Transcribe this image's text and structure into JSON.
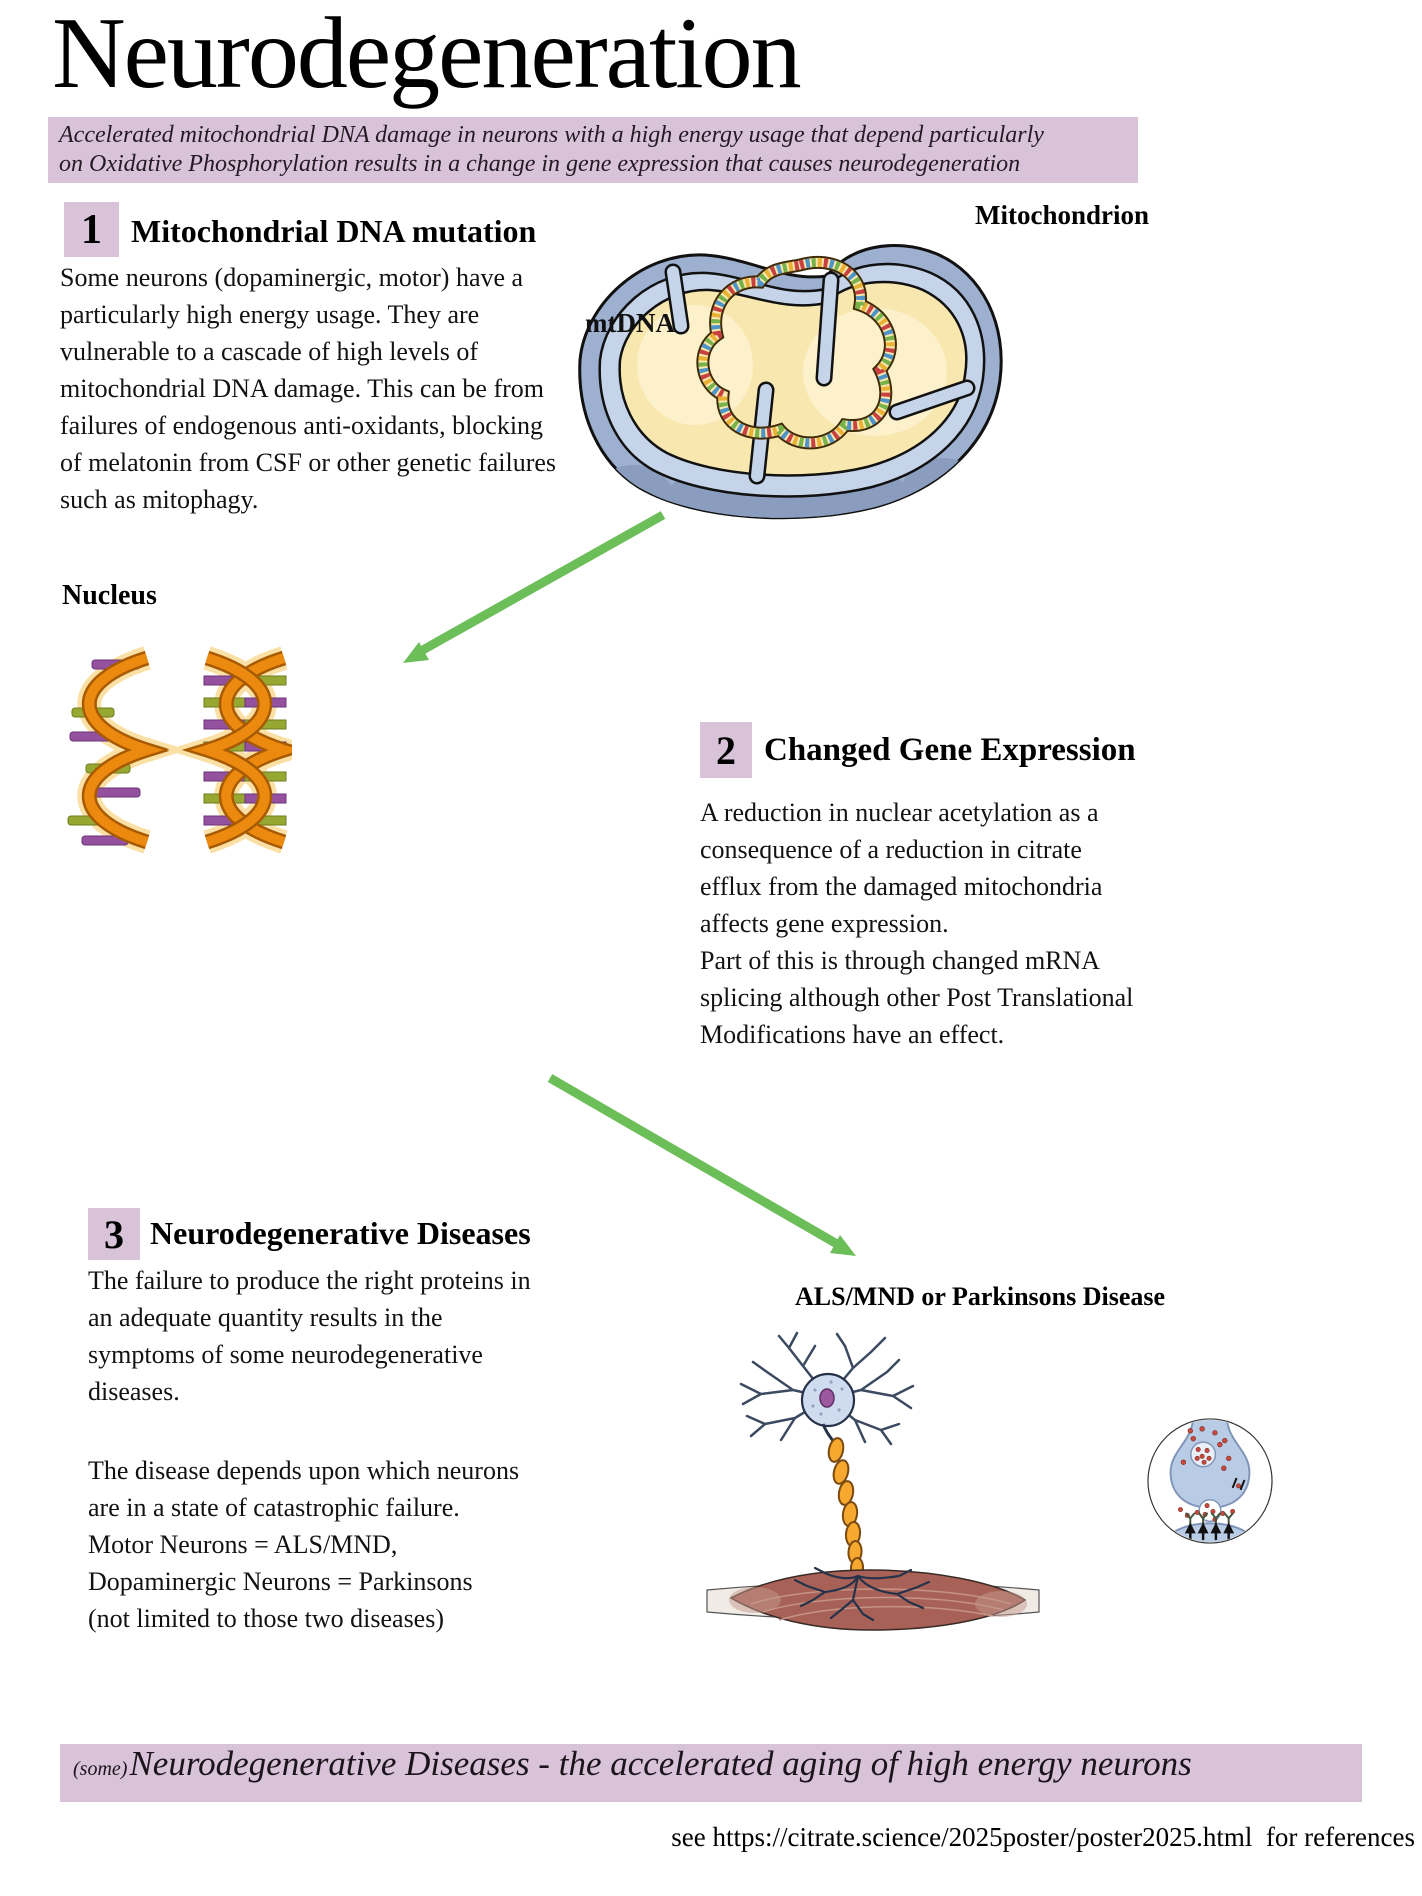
{
  "poster": {
    "title": "Neurodegeneration",
    "subtitle": "Accelerated mitochondrial DNA damage in neurons with a high energy usage that depend particularly\non Oxidative Phosphorylation results in a change in gene expression that causes neurodegeneration",
    "banner_prefix": "(some)",
    "banner_text": "Neurodegenerative Diseases - the accelerated aging of high energy neurons",
    "footer": "see https://citrate.science/2025poster/poster2025.html  for references"
  },
  "sections": {
    "s1": {
      "number": "1",
      "heading": "Mitochondrial DNA mutation",
      "body": "Some neurons (dopaminergic, motor) have a particularly high energy usage. They are vulnerable to a cascade of high levels of mitochondrial DNA damage.  This can be from failures of endogenous anti-oxidants, blocking of melatonin from CSF or other genetic failures such as mitophagy."
    },
    "s2": {
      "number": "2",
      "heading": "Changed Gene Expression",
      "body": "A reduction in nuclear acetylation as a consequence of a reduction in citrate efflux from the damaged mitochondria affects gene expression.\nPart of this is through changed mRNA splicing although other Post Translational Modifications have an effect."
    },
    "s3": {
      "number": "3",
      "heading": "Neurodegenerative Diseases",
      "body": "The failure to  produce the right proteins in an adequate quantity results in the symptoms of some neurodegenerative diseases.",
      "body2": "The disease depends upon which neurons are in a state of catastrophic failure.\nMotor Neurons = ALS/MND,\nDopaminergic Neurons = Parkinsons\n(not limited to those two diseases)"
    }
  },
  "labels": {
    "mitochondrion": "Mitochondrion",
    "mtdna": "mtDNA",
    "nucleus": "Nucleus",
    "diseases": "ALS/MND or Parkinsons Disease"
  },
  "colors": {
    "highlight_lavender": "#d8c3d8",
    "arrow_green": "#6cbe58",
    "mito_outer_blue": "#9db0d0",
    "mito_shadow_blue": "#8b9dbf",
    "mito_membrane_blue": "#c6d4ea",
    "mito_matrix_yellow": "#f8e7ae",
    "dna_ribbon_orange": "#ec8a10",
    "rung_purple": "#94529e",
    "rung_green": "#97a832",
    "base_red": "#c94040",
    "base_yellow": "#e9b235",
    "base_blue": "#4e94c8",
    "muscle_red": "#a86156",
    "synapse_blue": "#b9cce5",
    "dot_red": "#c64a3e"
  }
}
